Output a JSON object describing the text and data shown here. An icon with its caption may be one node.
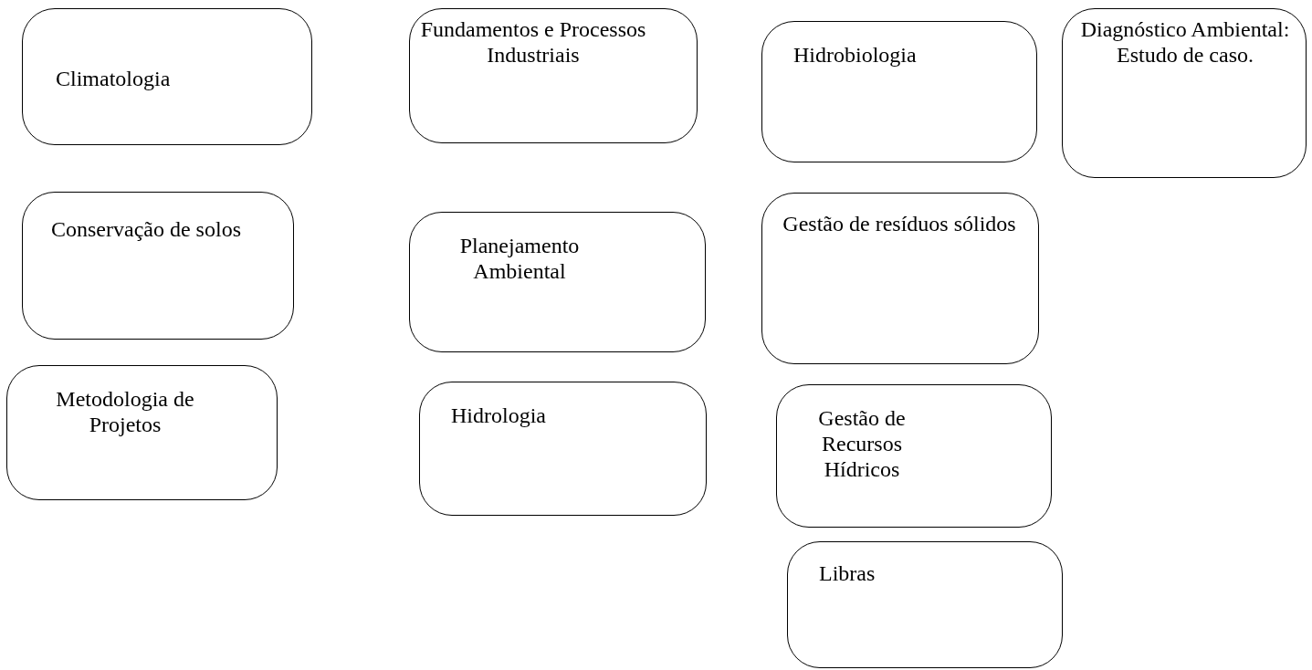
{
  "diagram": {
    "nodes": [
      {
        "text": [
          "Climatologia"
        ]
      },
      {
        "text": [
          "Fundamentos e Processos Industriais"
        ]
      },
      {
        "text": [
          "Hidrobiologia"
        ]
      },
      {
        "text": [
          "Diagnóstico Ambiental: Estudo de caso."
        ]
      },
      {
        "text": [
          "Conservação de solos"
        ]
      },
      {
        "text": [
          "Planejamento Ambiental"
        ]
      },
      {
        "text": [
          "Gestão de resíduos sólidos"
        ]
      },
      {
        "text": [
          "Metodologia de Projetos"
        ]
      },
      {
        "text": [
          "Hidrologia"
        ]
      },
      {
        "text": [
          "Gestão de Recursos Hídricos"
        ]
      },
      {
        "text": [
          "Libras"
        ]
      }
    ]
  }
}
